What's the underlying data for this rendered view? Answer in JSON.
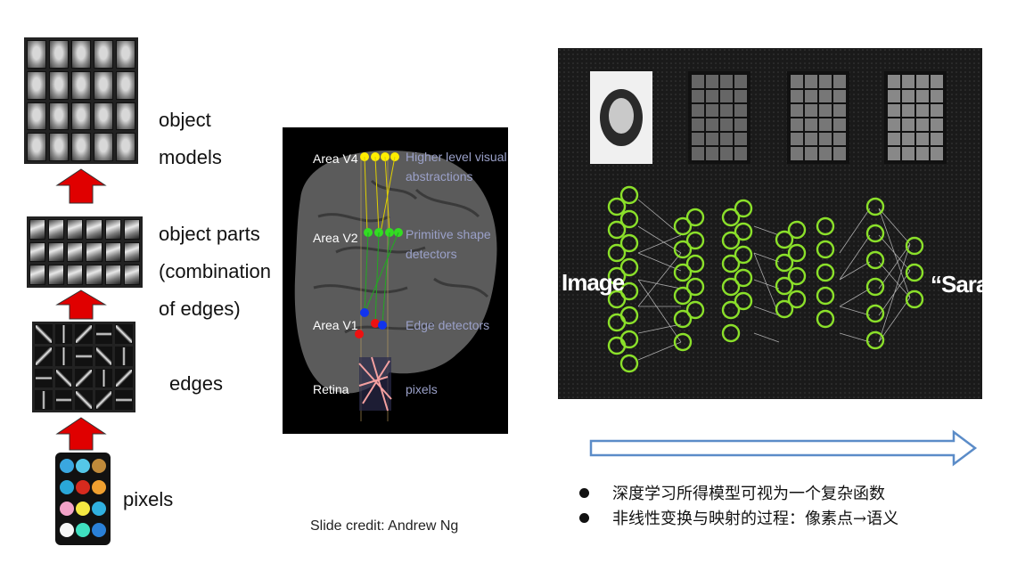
{
  "hierarchy": {
    "levels": [
      {
        "label": "object models"
      },
      {
        "label_lines": [
          "object parts",
          "(combination",
          "of edges)"
        ]
      },
      {
        "label": "edges"
      },
      {
        "label": "pixels"
      }
    ],
    "arrow_color": "#e00000"
  },
  "brain": {
    "areas": [
      "Area V4",
      "Area V2",
      "Area V1",
      "Retina"
    ],
    "descriptions": [
      [
        "Higher level visual",
        "abstractions"
      ],
      [
        "Primitive shape",
        "detectors"
      ],
      [
        "Edge detectors"
      ],
      [
        "pixels"
      ]
    ],
    "node_colors": {
      "v4": "#ffee00",
      "v2": "#33dd22",
      "v1": "#1133ee",
      "v1_red": "#ee1111"
    }
  },
  "credit": "Slide credit: Andrew Ng",
  "network": {
    "input_label": "Image",
    "output_label": "“Sara”",
    "node_color": "#8be02a"
  },
  "flow_arrow": {
    "color": "#5b8cc8"
  },
  "bullets": [
    "深度学习所得模型可视为一个复杂函数",
    "非线性变换与映射的过程：像素点→语义"
  ]
}
